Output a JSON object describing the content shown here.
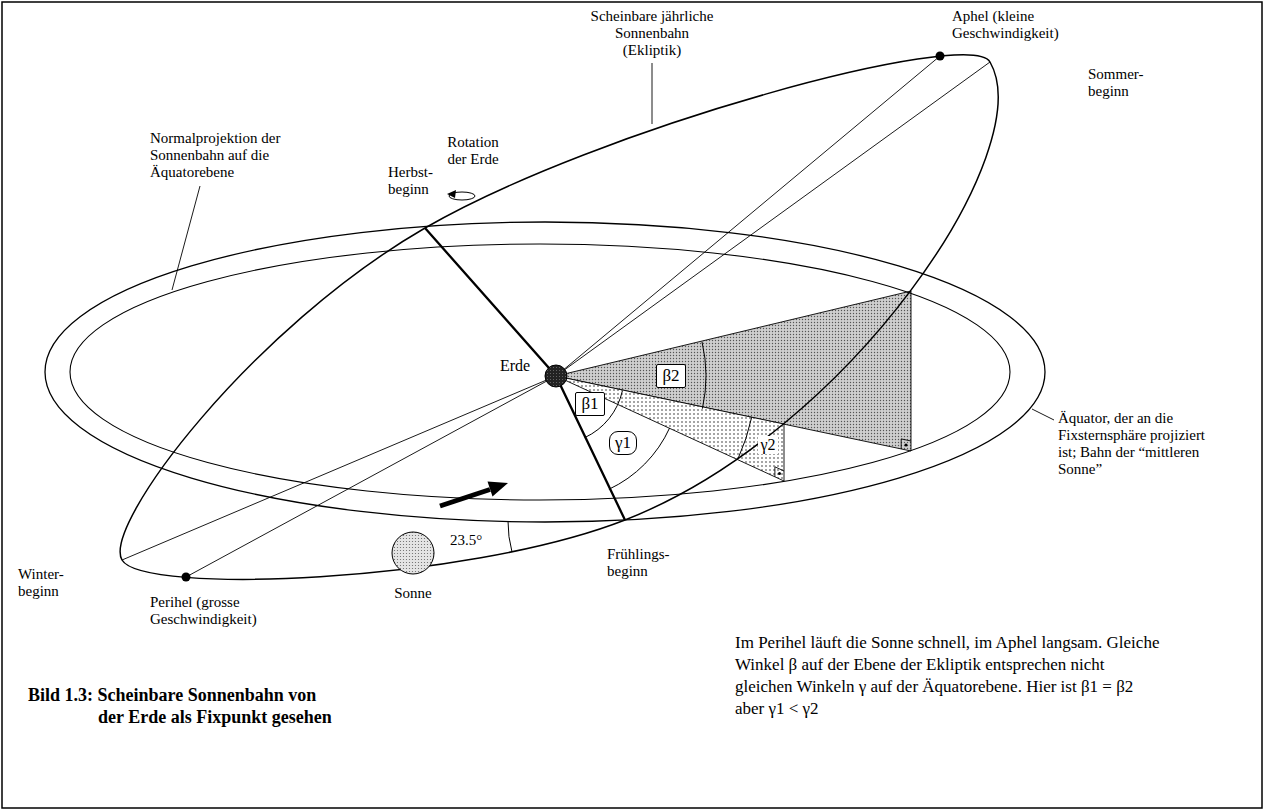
{
  "diagram": {
    "caption": "Bild 1.3: Scheinbare Sonnenbahn von der Erde als Fixpunkt gesehen",
    "nodes": [
      {
        "text": [
          "β2"
        ]
      },
      {
        "text": [
          "β1"
        ]
      },
      {
        "text": [
          "γ1"
        ]
      }
    ],
    "labels": [
      "Scheinbare jährliche Sonnenbahn (Ekliptik)",
      "Aphel (kleine Geschwindigkeit)",
      "Sommer- beginn",
      "Normalprojektion der Sonnenbahn auf die Äquatorebene",
      "Herbst- beginn",
      "Rotation der Erde",
      "Erde",
      "Äquator, der an die Fixsternsphäre projiziert ist; Bahn der “mittleren Sonne”",
      "23.5°",
      "Frühlings- beginn",
      "Winter- beginn",
      "Perihel (grosse Geschwindigkeit)",
      "Sonne",
      "Im Perihel läuft die Sonne schnell, im Aphel langsam. Gleiche Winkel β auf der Ebene der Ekliptik entsprechen nicht gleichen Winkeln γ auf der Äquatorebene. Hier ist β1 = β2 aber γ1 < γ2",
      "γ2"
    ]
  }
}
